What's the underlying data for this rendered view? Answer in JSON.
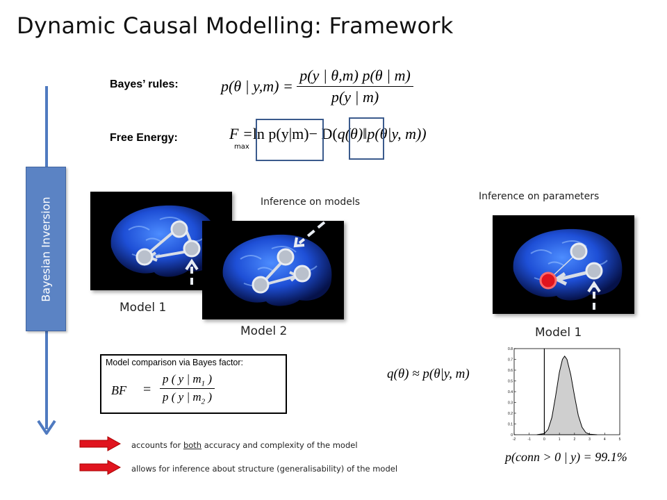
{
  "slide": {
    "title": "Dynamic Causal Modelling: Framework"
  },
  "sidebar": {
    "label": "Bayesian Inversion"
  },
  "bayes": {
    "label": "Bayes’ rules:",
    "lhs": "p(θ | y,m) =",
    "numerator": "p(y | θ,m) p(θ | m)",
    "denominator": "p(y | m)"
  },
  "free_energy": {
    "label": "Free Energy:",
    "lhs": "F =",
    "max_sub": "max",
    "term1": "ln p(y|m)",
    "minus": "− D(",
    "term2": "q(θ)",
    "rest": "‖p(θ|y, m))"
  },
  "inference": {
    "models_label": "Inference  on models",
    "params_label": "Inference  on parameters"
  },
  "models": {
    "model1_label": "Model 1",
    "model2_label": "Model 2",
    "model1b_label": "Model 1"
  },
  "comparison": {
    "title": "Model comparison via Bayes factor:",
    "lhs": "BF",
    "eq": "=",
    "numerator": "p ( y | m",
    "numerator_sub": "1",
    "numerator_close": ")",
    "denominator": "p ( y | m",
    "denominator_sub": "2",
    "denominator_close": ")"
  },
  "posterior": {
    "approx": "q(θ) ≈ p(θ|y, m)",
    "probability": "p(conn > 0 | y) = 99.1%"
  },
  "notes": {
    "note1_pre": "accounts for ",
    "note1_under": "both",
    "note1_post": " accuracy and complexity of the model",
    "note2": "allows for inference about structure (generalisability) of the model"
  },
  "colors": {
    "accent_blue": "#4f7ac0",
    "sidebar_blue": "#5b83c4",
    "arrow_red": "#e0141e",
    "frame_blue": "#3a5a8c"
  },
  "chart_data": {
    "type": "area",
    "title": "",
    "xlabel": "",
    "ylabel": "",
    "xlim": [
      -2,
      5
    ],
    "ylim": [
      0,
      0.8
    ],
    "xticks": [
      -2,
      -1,
      0,
      1,
      2,
      3,
      4,
      5
    ],
    "yticks": [
      0,
      0.1,
      0.2,
      0.3,
      0.4,
      0.5,
      0.6,
      0.7,
      0.8
    ],
    "grid": false,
    "series": [
      {
        "values": [
          {
            "x": -0.5,
            "y": 0.0
          },
          {
            "x": 0.0,
            "y": 0.01
          },
          {
            "x": 0.25,
            "y": 0.05
          },
          {
            "x": 0.5,
            "y": 0.16
          },
          {
            "x": 0.75,
            "y": 0.36
          },
          {
            "x": 1.0,
            "y": 0.58
          },
          {
            "x": 1.2,
            "y": 0.7
          },
          {
            "x": 1.35,
            "y": 0.73
          },
          {
            "x": 1.5,
            "y": 0.7
          },
          {
            "x": 1.75,
            "y": 0.56
          },
          {
            "x": 2.0,
            "y": 0.36
          },
          {
            "x": 2.25,
            "y": 0.18
          },
          {
            "x": 2.5,
            "y": 0.07
          },
          {
            "x": 2.75,
            "y": 0.02
          },
          {
            "x": 3.0,
            "y": 0.005
          },
          {
            "x": 3.5,
            "y": 0.0
          }
        ]
      }
    ],
    "vertical_line_x": 0
  }
}
